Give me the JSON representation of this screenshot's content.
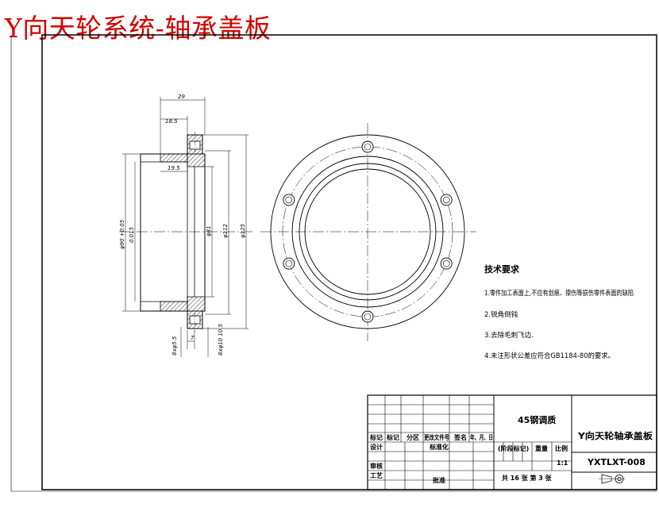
{
  "title": "Y向天轮系统-轴承盖板",
  "colors": {
    "title": "#d40000",
    "lines": "#000000"
  },
  "technical_requirements": {
    "heading": "技术要求",
    "items": [
      "1.零件加工表面上,不应有划痕、擦伤等损伤零件表面的缺陷",
      "2.锐角倒钝",
      "3.去除毛刺飞边.",
      "4.未注形状公差应符合GB1184-80的要求。"
    ]
  },
  "dimensions": {
    "width_total": "29",
    "width_flange": "18.5",
    "bore_depth": "19.5",
    "inner_diameter": "φ90 +0.05",
    "inner_diameter_tol": "0.015",
    "diameter_81": "φ81",
    "diameter_112": "φ112",
    "diameter_125": "φ125",
    "step": "7",
    "hole_diameter": "8xφ5.5",
    "counterbore": "8xφ10 10.5"
  },
  "title_block": {
    "material": "45钢调质",
    "part_name": "Y向天轮轴承盖板",
    "drawing_no": "YXTLXT-008",
    "scale_label": "比例",
    "scale": "1:1",
    "weight_label": "重量",
    "stage_label": "(阶段标记)",
    "sheets": "共 16 张    第 3 张",
    "headers": {
      "mark": "标记",
      "count": "标记",
      "zone": "分区",
      "doc_no": "更改文件号",
      "signature": "签名",
      "date": "年、月、日"
    },
    "design": "设计",
    "standardization": "标准化",
    "review": "审核",
    "process": "工艺",
    "approve": "批准"
  }
}
